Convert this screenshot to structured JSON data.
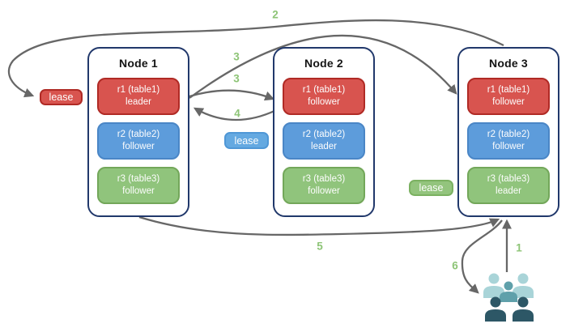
{
  "diagram": {
    "kind": "database replication / leaseholder diagram",
    "nodes": [
      {
        "title": "Node 1",
        "replicas": [
          {
            "label": "r1 (table1)",
            "role": "leader",
            "color": "#d8544f"
          },
          {
            "label": "r2 (table2)",
            "role": "follower",
            "color": "#5d9cdb"
          },
          {
            "label": "r3 (table3)",
            "role": "follower",
            "color": "#90c47c"
          }
        ]
      },
      {
        "title": "Node 2",
        "replicas": [
          {
            "label": "r1 (table1)",
            "role": "follower",
            "color": "#d8544f"
          },
          {
            "label": "r2 (table2)",
            "role": "leader",
            "color": "#5d9cdb"
          },
          {
            "label": "r3 (table3)",
            "role": "follower",
            "color": "#90c47c"
          }
        ]
      },
      {
        "title": "Node 3",
        "replicas": [
          {
            "label": "r1 (table1)",
            "role": "follower",
            "color": "#d8544f"
          },
          {
            "label": "r2 (table2)",
            "role": "follower",
            "color": "#5d9cdb"
          },
          {
            "label": "r3 (table3)",
            "role": "leader",
            "color": "#90c47c"
          }
        ]
      }
    ],
    "leases": [
      {
        "label": "lease",
        "color": "#d8544f"
      },
      {
        "label": "lease",
        "color": "#64a9e1"
      },
      {
        "label": "lease",
        "color": "#93c47d"
      }
    ],
    "steps": {
      "s1": "1",
      "s2": "2",
      "s3a": "3",
      "s3b": "3",
      "s4": "4",
      "s5": "5",
      "s6": "6"
    },
    "icons": {
      "clients": "users-group-icon"
    },
    "colors": {
      "node_border": "#21386b",
      "arrow": "#676767",
      "step_label": "#8dc476",
      "users_light": "#a9d4d8",
      "users_medium": "#5fa0aa",
      "users_dark": "#2d5766"
    }
  }
}
